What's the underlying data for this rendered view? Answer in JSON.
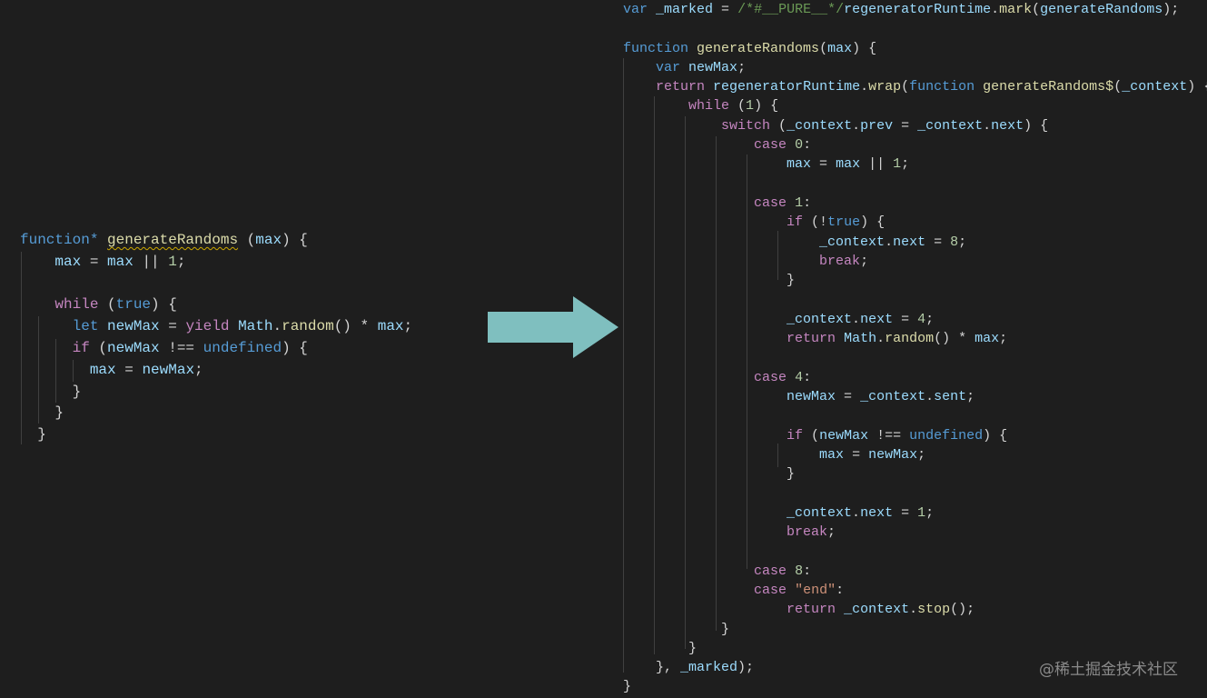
{
  "left_code": {
    "lines": [
      [
        {
          "t": "function* ",
          "c": "kw"
        },
        {
          "t": "generateRandoms",
          "c": "fn squiggle"
        },
        {
          "t": " (",
          "c": "pl"
        },
        {
          "t": "max",
          "c": "var"
        },
        {
          "t": ") {",
          "c": "pl"
        }
      ],
      [
        {
          "t": "    ",
          "c": "pl"
        },
        {
          "t": "max",
          "c": "var"
        },
        {
          "t": " = ",
          "c": "pl"
        },
        {
          "t": "max",
          "c": "var"
        },
        {
          "t": " || ",
          "c": "pl"
        },
        {
          "t": "1",
          "c": "num"
        },
        {
          "t": ";",
          "c": "pl"
        }
      ],
      [],
      [
        {
          "t": "    ",
          "c": "pl"
        },
        {
          "t": "while",
          "c": "ctrl"
        },
        {
          "t": " (",
          "c": "pl"
        },
        {
          "t": "true",
          "c": "kw"
        },
        {
          "t": ") {",
          "c": "pl"
        }
      ],
      [
        {
          "t": "      ",
          "c": "pl"
        },
        {
          "t": "let",
          "c": "kw"
        },
        {
          "t": " ",
          "c": "pl"
        },
        {
          "t": "newMax",
          "c": "var"
        },
        {
          "t": " = ",
          "c": "pl"
        },
        {
          "t": "yield",
          "c": "ctrl"
        },
        {
          "t": " ",
          "c": "pl"
        },
        {
          "t": "Math",
          "c": "var"
        },
        {
          "t": ".",
          "c": "pl"
        },
        {
          "t": "random",
          "c": "fn"
        },
        {
          "t": "() * ",
          "c": "pl"
        },
        {
          "t": "max",
          "c": "var"
        },
        {
          "t": ";",
          "c": "pl"
        }
      ],
      [
        {
          "t": "      ",
          "c": "pl"
        },
        {
          "t": "if",
          "c": "ctrl"
        },
        {
          "t": " (",
          "c": "pl"
        },
        {
          "t": "newMax",
          "c": "var"
        },
        {
          "t": " !== ",
          "c": "pl"
        },
        {
          "t": "undefined",
          "c": "kw"
        },
        {
          "t": ") {",
          "c": "pl"
        }
      ],
      [
        {
          "t": "        ",
          "c": "pl"
        },
        {
          "t": "max",
          "c": "var"
        },
        {
          "t": " = ",
          "c": "pl"
        },
        {
          "t": "newMax",
          "c": "var"
        },
        {
          "t": ";",
          "c": "pl"
        }
      ],
      [
        {
          "t": "      }",
          "c": "pl"
        }
      ],
      [
        {
          "t": "    }",
          "c": "pl"
        }
      ],
      [
        {
          "t": "  }",
          "c": "pl"
        }
      ]
    ]
  },
  "right_code": {
    "lines": [
      [
        {
          "t": "var",
          "c": "kw"
        },
        {
          "t": " ",
          "c": "pl"
        },
        {
          "t": "_marked",
          "c": "var"
        },
        {
          "t": " = ",
          "c": "pl"
        },
        {
          "t": "/*#__PURE__*/",
          "c": "cm"
        },
        {
          "t": "regeneratorRuntime",
          "c": "var"
        },
        {
          "t": ".",
          "c": "pl"
        },
        {
          "t": "mark",
          "c": "fn"
        },
        {
          "t": "(",
          "c": "pl"
        },
        {
          "t": "generateRandoms",
          "c": "var"
        },
        {
          "t": ");",
          "c": "pl"
        }
      ],
      [],
      [
        {
          "t": "function",
          "c": "kw"
        },
        {
          "t": " ",
          "c": "pl"
        },
        {
          "t": "generateRandoms",
          "c": "fn"
        },
        {
          "t": "(",
          "c": "pl"
        },
        {
          "t": "max",
          "c": "var"
        },
        {
          "t": ") {",
          "c": "pl"
        }
      ],
      [
        {
          "t": "    ",
          "c": "pl"
        },
        {
          "t": "var",
          "c": "kw"
        },
        {
          "t": " ",
          "c": "pl"
        },
        {
          "t": "newMax",
          "c": "var"
        },
        {
          "t": ";",
          "c": "pl"
        }
      ],
      [
        {
          "t": "    ",
          "c": "pl"
        },
        {
          "t": "return",
          "c": "ctrl"
        },
        {
          "t": " ",
          "c": "pl"
        },
        {
          "t": "regeneratorRuntime",
          "c": "var"
        },
        {
          "t": ".",
          "c": "pl"
        },
        {
          "t": "wrap",
          "c": "fn"
        },
        {
          "t": "(",
          "c": "pl"
        },
        {
          "t": "function",
          "c": "kw"
        },
        {
          "t": " ",
          "c": "pl"
        },
        {
          "t": "generateRandoms$",
          "c": "fn"
        },
        {
          "t": "(",
          "c": "pl"
        },
        {
          "t": "_context",
          "c": "var"
        },
        {
          "t": ") {",
          "c": "pl"
        }
      ],
      [
        {
          "t": "        ",
          "c": "pl"
        },
        {
          "t": "while",
          "c": "ctrl"
        },
        {
          "t": " (",
          "c": "pl"
        },
        {
          "t": "1",
          "c": "num"
        },
        {
          "t": ") {",
          "c": "pl"
        }
      ],
      [
        {
          "t": "            ",
          "c": "pl"
        },
        {
          "t": "switch",
          "c": "ctrl"
        },
        {
          "t": " (",
          "c": "pl"
        },
        {
          "t": "_context",
          "c": "var"
        },
        {
          "t": ".",
          "c": "pl"
        },
        {
          "t": "prev",
          "c": "var"
        },
        {
          "t": " = ",
          "c": "pl"
        },
        {
          "t": "_context",
          "c": "var"
        },
        {
          "t": ".",
          "c": "pl"
        },
        {
          "t": "next",
          "c": "var"
        },
        {
          "t": ") {",
          "c": "pl"
        }
      ],
      [
        {
          "t": "                ",
          "c": "pl"
        },
        {
          "t": "case",
          "c": "ctrl"
        },
        {
          "t": " ",
          "c": "pl"
        },
        {
          "t": "0",
          "c": "num"
        },
        {
          "t": ":",
          "c": "pl"
        }
      ],
      [
        {
          "t": "                    ",
          "c": "pl"
        },
        {
          "t": "max",
          "c": "var"
        },
        {
          "t": " = ",
          "c": "pl"
        },
        {
          "t": "max",
          "c": "var"
        },
        {
          "t": " || ",
          "c": "pl"
        },
        {
          "t": "1",
          "c": "num"
        },
        {
          "t": ";",
          "c": "pl"
        }
      ],
      [],
      [
        {
          "t": "                ",
          "c": "pl"
        },
        {
          "t": "case",
          "c": "ctrl"
        },
        {
          "t": " ",
          "c": "pl"
        },
        {
          "t": "1",
          "c": "num"
        },
        {
          "t": ":",
          "c": "pl"
        }
      ],
      [
        {
          "t": "                    ",
          "c": "pl"
        },
        {
          "t": "if",
          "c": "ctrl"
        },
        {
          "t": " (!",
          "c": "pl"
        },
        {
          "t": "true",
          "c": "kw"
        },
        {
          "t": ") {",
          "c": "pl"
        }
      ],
      [
        {
          "t": "                        ",
          "c": "pl"
        },
        {
          "t": "_context",
          "c": "var"
        },
        {
          "t": ".",
          "c": "pl"
        },
        {
          "t": "next",
          "c": "var"
        },
        {
          "t": " = ",
          "c": "pl"
        },
        {
          "t": "8",
          "c": "num"
        },
        {
          "t": ";",
          "c": "pl"
        }
      ],
      [
        {
          "t": "                        ",
          "c": "pl"
        },
        {
          "t": "break",
          "c": "ctrl"
        },
        {
          "t": ";",
          "c": "pl"
        }
      ],
      [
        {
          "t": "                    }",
          "c": "pl"
        }
      ],
      [],
      [
        {
          "t": "                    ",
          "c": "pl"
        },
        {
          "t": "_context",
          "c": "var"
        },
        {
          "t": ".",
          "c": "pl"
        },
        {
          "t": "next",
          "c": "var"
        },
        {
          "t": " = ",
          "c": "pl"
        },
        {
          "t": "4",
          "c": "num"
        },
        {
          "t": ";",
          "c": "pl"
        }
      ],
      [
        {
          "t": "                    ",
          "c": "pl"
        },
        {
          "t": "return",
          "c": "ctrl"
        },
        {
          "t": " ",
          "c": "pl"
        },
        {
          "t": "Math",
          "c": "var"
        },
        {
          "t": ".",
          "c": "pl"
        },
        {
          "t": "random",
          "c": "fn"
        },
        {
          "t": "() * ",
          "c": "pl"
        },
        {
          "t": "max",
          "c": "var"
        },
        {
          "t": ";",
          "c": "pl"
        }
      ],
      [],
      [
        {
          "t": "                ",
          "c": "pl"
        },
        {
          "t": "case",
          "c": "ctrl"
        },
        {
          "t": " ",
          "c": "pl"
        },
        {
          "t": "4",
          "c": "num"
        },
        {
          "t": ":",
          "c": "pl"
        }
      ],
      [
        {
          "t": "                    ",
          "c": "pl"
        },
        {
          "t": "newMax",
          "c": "var"
        },
        {
          "t": " = ",
          "c": "pl"
        },
        {
          "t": "_context",
          "c": "var"
        },
        {
          "t": ".",
          "c": "pl"
        },
        {
          "t": "sent",
          "c": "var"
        },
        {
          "t": ";",
          "c": "pl"
        }
      ],
      [],
      [
        {
          "t": "                    ",
          "c": "pl"
        },
        {
          "t": "if",
          "c": "ctrl"
        },
        {
          "t": " (",
          "c": "pl"
        },
        {
          "t": "newMax",
          "c": "var"
        },
        {
          "t": " !== ",
          "c": "pl"
        },
        {
          "t": "undefined",
          "c": "kw"
        },
        {
          "t": ") {",
          "c": "pl"
        }
      ],
      [
        {
          "t": "                        ",
          "c": "pl"
        },
        {
          "t": "max",
          "c": "var"
        },
        {
          "t": " = ",
          "c": "pl"
        },
        {
          "t": "newMax",
          "c": "var"
        },
        {
          "t": ";",
          "c": "pl"
        }
      ],
      [
        {
          "t": "                    }",
          "c": "pl"
        }
      ],
      [],
      [
        {
          "t": "                    ",
          "c": "pl"
        },
        {
          "t": "_context",
          "c": "var"
        },
        {
          "t": ".",
          "c": "pl"
        },
        {
          "t": "next",
          "c": "var"
        },
        {
          "t": " = ",
          "c": "pl"
        },
        {
          "t": "1",
          "c": "num"
        },
        {
          "t": ";",
          "c": "pl"
        }
      ],
      [
        {
          "t": "                    ",
          "c": "pl"
        },
        {
          "t": "break",
          "c": "ctrl"
        },
        {
          "t": ";",
          "c": "pl"
        }
      ],
      [],
      [
        {
          "t": "                ",
          "c": "pl"
        },
        {
          "t": "case",
          "c": "ctrl"
        },
        {
          "t": " ",
          "c": "pl"
        },
        {
          "t": "8",
          "c": "num"
        },
        {
          "t": ":",
          "c": "pl"
        }
      ],
      [
        {
          "t": "                ",
          "c": "pl"
        },
        {
          "t": "case",
          "c": "ctrl"
        },
        {
          "t": " ",
          "c": "pl"
        },
        {
          "t": "\"end\"",
          "c": "str"
        },
        {
          "t": ":",
          "c": "pl"
        }
      ],
      [
        {
          "t": "                    ",
          "c": "pl"
        },
        {
          "t": "return",
          "c": "ctrl"
        },
        {
          "t": " ",
          "c": "pl"
        },
        {
          "t": "_context",
          "c": "var"
        },
        {
          "t": ".",
          "c": "pl"
        },
        {
          "t": "stop",
          "c": "fn"
        },
        {
          "t": "();",
          "c": "pl"
        }
      ],
      [
        {
          "t": "            }",
          "c": "pl"
        }
      ],
      [
        {
          "t": "        }",
          "c": "pl"
        }
      ],
      [
        {
          "t": "    }, ",
          "c": "pl"
        },
        {
          "t": "_marked",
          "c": "var"
        },
        {
          "t": ");",
          "c": "pl"
        }
      ],
      [
        {
          "t": "}",
          "c": "pl"
        }
      ]
    ]
  },
  "arrow": {
    "icon": "right-arrow-icon",
    "color": "#7fbfbf"
  },
  "watermark": {
    "text": "@稀土掘金技术社区"
  }
}
